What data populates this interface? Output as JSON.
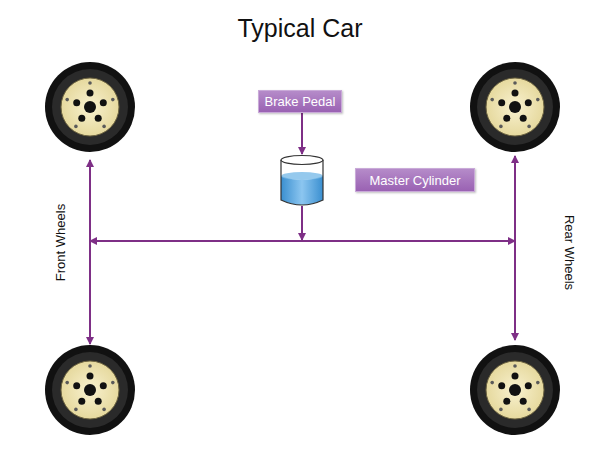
{
  "diagram": {
    "title": "Typical Car",
    "nodes": [
      {
        "text": [
          "Brake Pedal"
        ]
      },
      {
        "text": [
          "Master Cylinder"
        ]
      }
    ],
    "labels": [
      "Front Wheels",
      "Rear Wheels"
    ]
  }
}
